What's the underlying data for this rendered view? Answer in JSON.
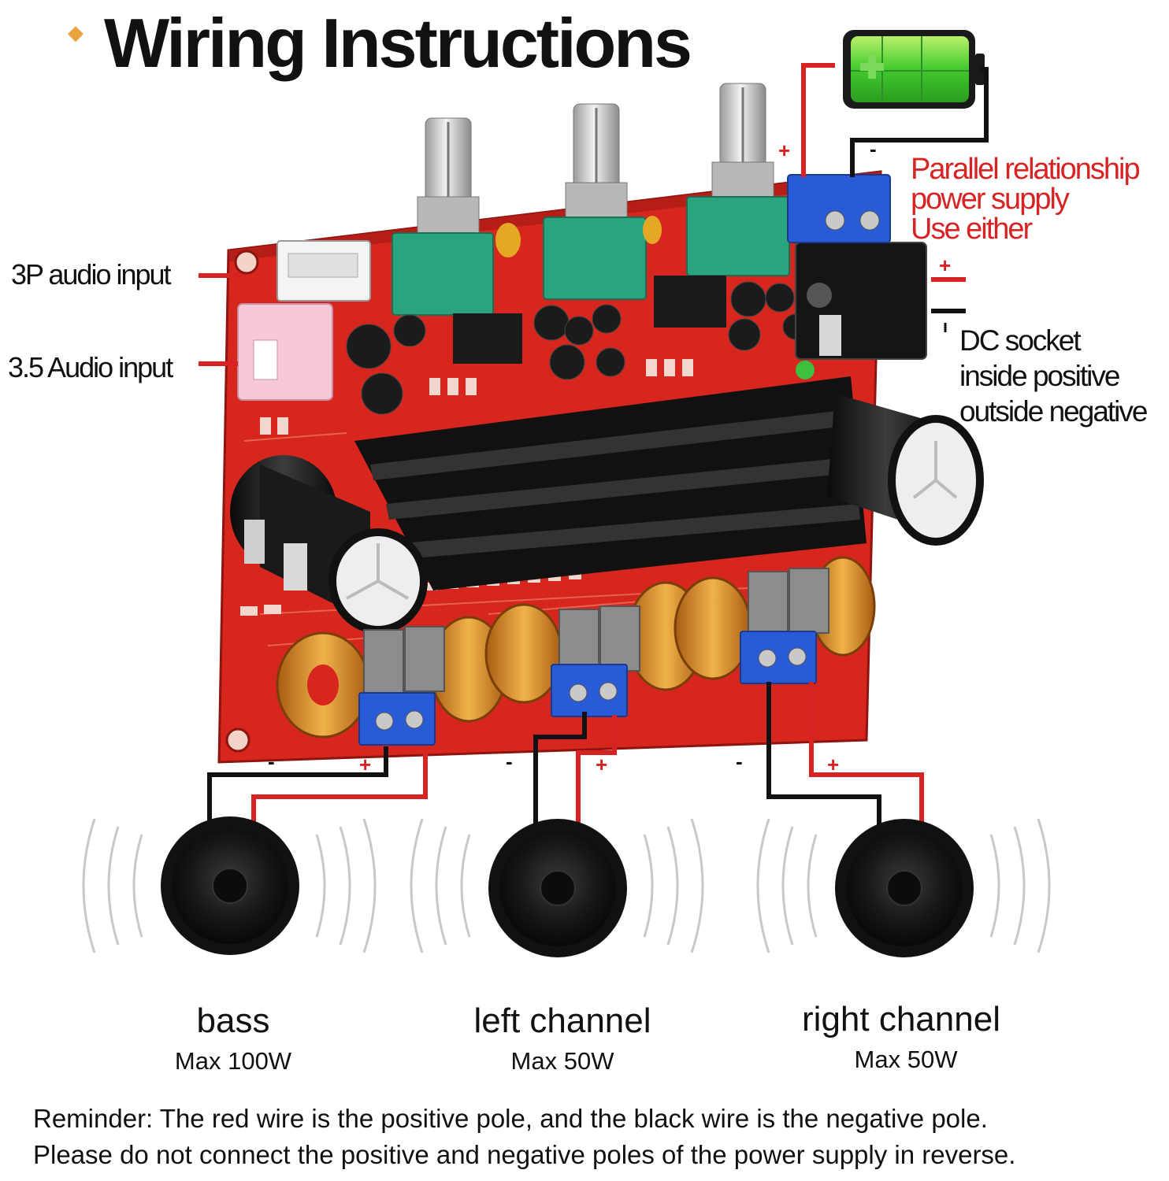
{
  "title": "Wiring Instructions",
  "inputs": {
    "three_pin": "3P audio input",
    "aux": "3.5 Audio input"
  },
  "power": {
    "note_lines": [
      "Parallel relationship",
      "power supply",
      "Use either"
    ],
    "dc_lines": [
      "DC socket",
      "inside positive",
      "outside negative"
    ]
  },
  "polarity": {
    "plus": "+",
    "minus": "-"
  },
  "speakers": [
    {
      "name": "bass",
      "max": "Max 100W"
    },
    {
      "name": "left channel",
      "max": "Max 50W"
    },
    {
      "name": "right channel",
      "max": "Max 50W"
    }
  ],
  "reminder": {
    "line1": "Reminder: The red wire is the positive pole, and the black wire is the negative pole.",
    "line2": "Please do not connect the positive and negative poles of the power supply in reverse."
  },
  "colors": {
    "positive_wire": "#d92323",
    "negative_wire": "#111111",
    "board": "#d6261e",
    "terminal": "#2a5bd7",
    "battery_fill": "#4cd137"
  }
}
